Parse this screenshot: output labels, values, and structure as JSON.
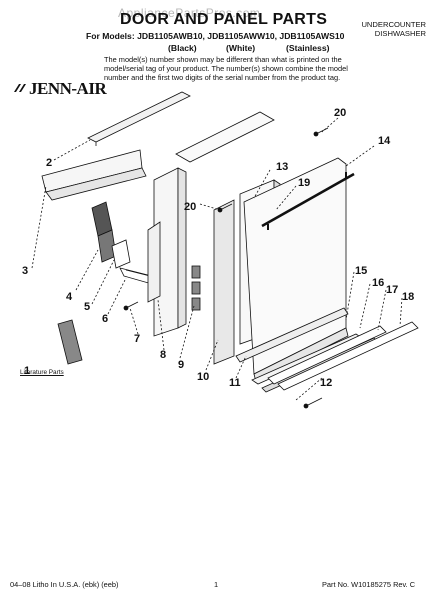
{
  "header": {
    "watermark": "AppliancePartsPros.com",
    "title": "DOOR AND PANEL PARTS",
    "models_line": "For Models: JDB1105AWB10, JDB1105AWW10, JDB1105AWS10",
    "color_black": "(Black)",
    "color_white": "(White)",
    "color_stainless": "(Stainless)",
    "notice": "The model(s) number shown may be different than what is printed on the model/serial tag of your product. The number(s) shown combine the model number and the first two digits of the serial number from the product tag.",
    "unit_line1": "UNDERCOUNTER",
    "unit_line2": "DISHWASHER"
  },
  "brand": {
    "name": "JENN-AIR",
    "icon": "jenn-air-logo-icon"
  },
  "diagram": {
    "callouts": [
      "1",
      "2",
      "3",
      "4",
      "5",
      "6",
      "7",
      "8",
      "9",
      "10",
      "11",
      "12",
      "13",
      "14",
      "15",
      "16",
      "17",
      "18",
      "19",
      "20",
      "20"
    ],
    "literature_label": "Literature Parts"
  },
  "footer": {
    "left": "04–08 Litho In U.S.A. (ebk) (eeb)",
    "page": "1",
    "part_number": "Part No. W10185275 Rev. C"
  }
}
